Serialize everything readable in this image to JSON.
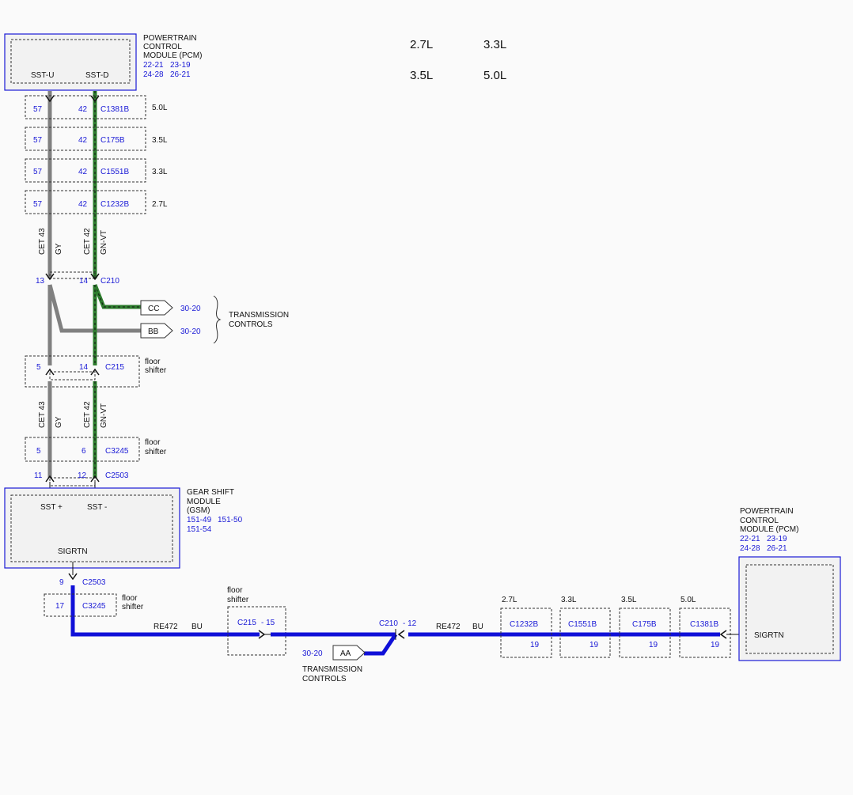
{
  "colors": {
    "module_border": "#1a1ad6",
    "pin_text": "#1a1ad6",
    "gray_wire": "#808080",
    "green_wire": "#2e7d2e",
    "blue_wire": "#1010d8"
  },
  "engines": [
    "2.7L",
    "3.3L",
    "3.5L",
    "5.0L"
  ],
  "pcm_top": {
    "title1": "POWERTRAIN",
    "title2": "CONTROL",
    "title3": "MODULE (PCM)",
    "ref_a": "22-21",
    "ref_b": "23-19",
    "ref_c": "24-28",
    "ref_d": "26-21",
    "pin_left": "SST-U",
    "pin_right": "SST-D"
  },
  "pcm_connectors": [
    {
      "pin_left": "57",
      "pin_right": "42",
      "connector": "C1381B",
      "engine": "5.0L"
    },
    {
      "pin_left": "57",
      "pin_right": "42",
      "connector": "C175B",
      "engine": "3.5L"
    },
    {
      "pin_left": "57",
      "pin_right": "42",
      "connector": "C1551B",
      "engine": "3.3L"
    },
    {
      "pin_left": "57",
      "pin_right": "42",
      "connector": "C1232B",
      "engine": "2.7L"
    }
  ],
  "wire_labels_upper": {
    "left_circuit": "CET 43",
    "left_color": "GY",
    "right_circuit": "CET 42",
    "right_color": "GN-VT"
  },
  "wire_labels_lower": {
    "left_circuit": "CET 43",
    "left_color": "GY",
    "right_circuit": "CET 42",
    "right_color": "GN-VT"
  },
  "c210_upper": {
    "pin_left": "13",
    "pin_right": "14",
    "connector": "C210"
  },
  "trans_branch": {
    "cc_label": "CC",
    "cc_ref": "30-20",
    "bb_label": "BB",
    "bb_ref": "30-20",
    "caption1": "TRANSMISSION",
    "caption2": "CONTROLS"
  },
  "c215": {
    "pin_left": "5",
    "pin_right": "14",
    "connector": "C215",
    "note1": "floor",
    "note2": "shifter"
  },
  "c3245": {
    "pin_left": "5",
    "pin_right": "6",
    "connector": "C3245",
    "note1": "floor",
    "note2": "shifter"
  },
  "c2503_upper": {
    "pin_left": "11",
    "pin_right": "12",
    "connector": "C2503"
  },
  "gsm": {
    "title1": "GEAR SHIFT",
    "title2": "MODULE",
    "title3": "(GSM)",
    "ref_a": "151-49",
    "ref_b": "151-50",
    "ref_c": "151-54",
    "pin_plus": "SST +",
    "pin_minus": "SST -",
    "pin_sigrtn": "SIGRTN"
  },
  "c2503_lower": {
    "pin": "9",
    "connector": "C2503"
  },
  "c3245_lower": {
    "pin": "17",
    "connector": "C3245",
    "note1": "floor",
    "note2": "shifter"
  },
  "bottom_wire": {
    "circuit_left": "RE472",
    "color_left": "BU",
    "circuit_right": "RE472",
    "color_right": "BU"
  },
  "c215_lower": {
    "note1": "floor",
    "note2": "shifter",
    "connector": "C215",
    "pin": "- 15"
  },
  "c210_lower": {
    "connector": "C210",
    "pin": "- 12"
  },
  "aa_branch": {
    "label": "AA",
    "ref": "30-20",
    "caption1": "TRANSMISSION",
    "caption2": "CONTROLS"
  },
  "bottom_connectors": [
    {
      "engine": "2.7L",
      "connector": "C1232B",
      "pin": "19"
    },
    {
      "engine": "3.3L",
      "connector": "C1551B",
      "pin": "19"
    },
    {
      "engine": "3.5L",
      "connector": "C175B",
      "pin": "19"
    },
    {
      "engine": "5.0L",
      "connector": "C1381B",
      "pin": "19"
    }
  ],
  "pcm_right": {
    "title1": "POWERTRAIN",
    "title2": "CONTROL",
    "title3": "MODULE (PCM)",
    "ref_a": "22-21",
    "ref_b": "23-19",
    "ref_c": "24-28",
    "ref_d": "26-21",
    "pin": "SIGRTN"
  }
}
